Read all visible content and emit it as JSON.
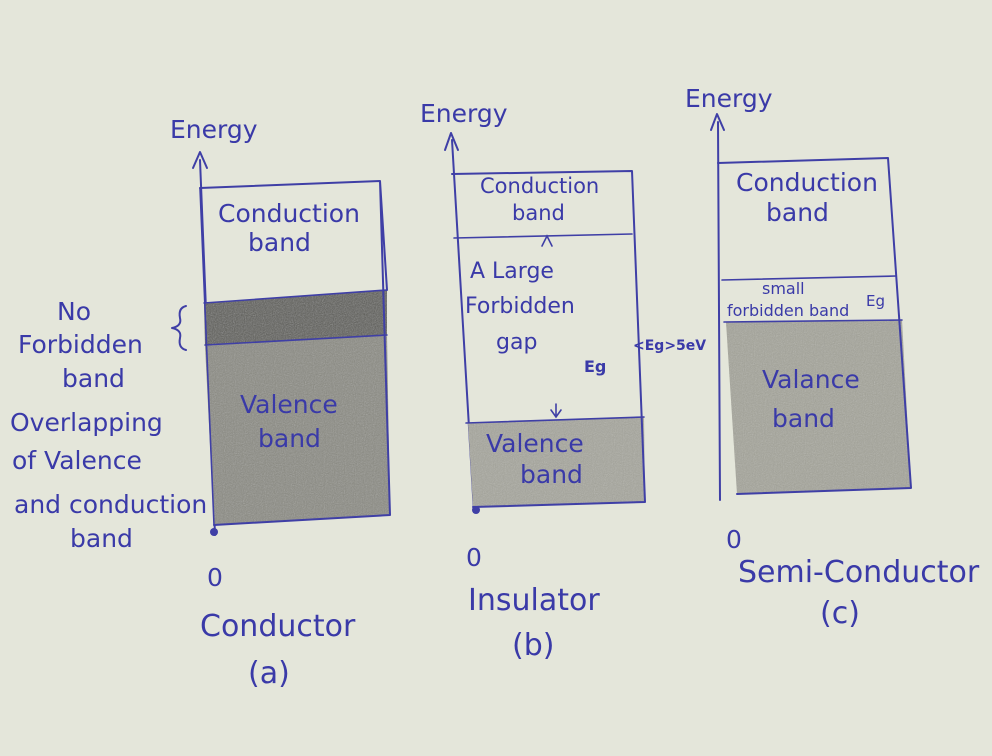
{
  "colors": {
    "paper": "#e4e6da",
    "ink": "#3a3aa8",
    "pencil_shade": "#7e7e76",
    "dark_shade": "#5a5a54"
  },
  "conductor": {
    "axis_label": "Energy",
    "origin": "0",
    "conduction_line1": "Conduction",
    "conduction_line2": "band",
    "valence_line1": "Valence",
    "valence_line2": "band",
    "no_gap_line1": "No",
    "no_gap_line2": "Forbidden",
    "no_gap_line3": "band",
    "overlap_line1": "Overlapping",
    "overlap_line2": "of Valence",
    "overlap_line3": "and conduction",
    "overlap_line4": "band",
    "title": "Conductor",
    "caption": "(a)"
  },
  "insulator": {
    "axis_label": "Energy",
    "origin": "0",
    "conduction_line1": "Conduction",
    "conduction_line2": "band",
    "gap_line1": "A Large",
    "gap_line2": "Forbidden",
    "gap_line3": "gap",
    "gap_symbol": "Eg",
    "gap_value": "<Eg>5eV",
    "valence_line1": "Valence",
    "valence_line2": "band",
    "title": "Insulator",
    "caption": "(b)"
  },
  "semiconductor": {
    "axis_label": "Energy",
    "origin": "0",
    "conduction_line1": "Conduction",
    "conduction_line2": "band",
    "gap_line1": "small",
    "gap_line2": "forbidden band",
    "gap_symbol": "Eg",
    "valence_line1": "Valance",
    "valence_line2": "band",
    "title": "Semi-Conductor",
    "caption": "(c)"
  }
}
